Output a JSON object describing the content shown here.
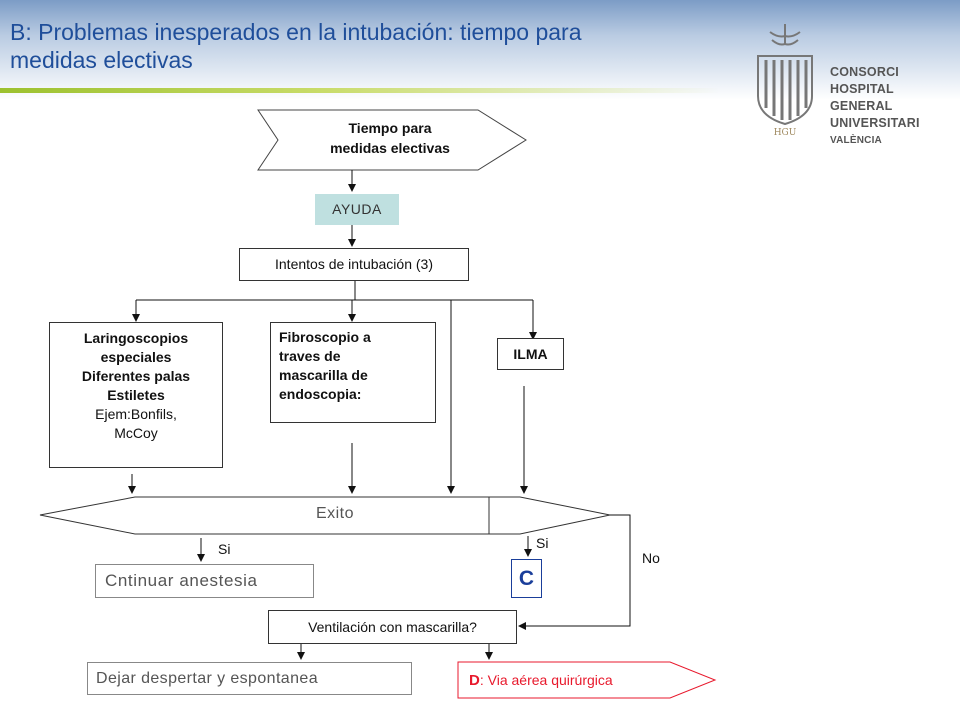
{
  "slide": {
    "title_line1": "B: Problemas inesperados en la intubación: tiempo para",
    "title_line2": "medidas electivas"
  },
  "logo": {
    "mark": "HGU",
    "lines": [
      "CONSORCI",
      "HOSPITAL GENERAL",
      "UNIVERSITARI",
      "VALÈNCIA"
    ]
  },
  "flow": {
    "start": {
      "line1": "Tiempo para",
      "line2": "medidas electivas"
    },
    "ayuda": "AYUDA",
    "intentos": "Intentos de intubación (3)",
    "laringo": {
      "lines_bold": [
        "Laringoscopios",
        "especiales",
        "Diferentes palas",
        "Estiletes"
      ],
      "lines_normal": [
        "Ejem:Bonfils,",
        "McCoy"
      ]
    },
    "fibro": [
      "Fibroscopio a",
      "traves de",
      "mascarilla de",
      "endoscopia:"
    ],
    "ilma": "ILMA",
    "exito": "Exito",
    "si_left": "Si",
    "si_right": "Si",
    "no": "No",
    "continuar": "Cntinuar anestesia",
    "c_box": "C",
    "ventilacion": "Ventilación con mascarilla?",
    "dejar": "Dejar despertar y espontanea",
    "d_bold": "D",
    "d_text": ": Via aérea quirúrgica"
  },
  "colors": {
    "title": "#1f4e9a",
    "ayuda_bg": "#bfe0e0",
    "d_red": "#e8192c",
    "c_blue": "#1a3e9a"
  }
}
